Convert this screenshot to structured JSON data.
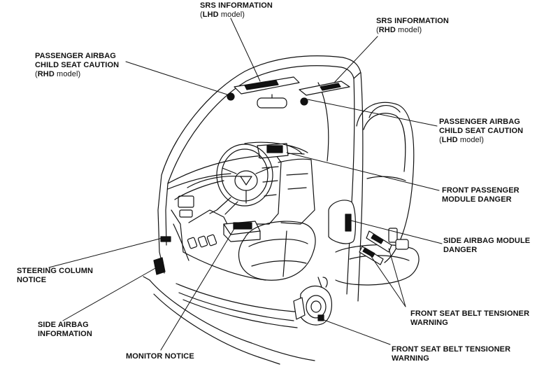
{
  "labels": {
    "srs_lhd": {
      "title": "SRS INFORMATION",
      "model_bold": "LHD",
      "model_rest": " model)"
    },
    "srs_rhd": {
      "title": "SRS INFORMATION",
      "model_bold": "RHD",
      "model_rest": " model)"
    },
    "pax_airbag_rhd": {
      "line1": "PASSENGER AIRBAG",
      "line2": "CHILD SEAT CAUTION",
      "model_bold": "RHD",
      "model_rest": " model)"
    },
    "pax_airbag_lhd": {
      "line1": "PASSENGER AIRBAG",
      "line2": "CHILD SEAT CAUTION",
      "model_bold": "LHD",
      "model_rest": " model)"
    },
    "front_pax_module": {
      "line1": "FRONT PASSENGER",
      "line2": "MODULE DANGER"
    },
    "side_airbag_module": {
      "line1": "SIDE AIRBAG MODULE",
      "line2": "DANGER"
    },
    "steering_column": {
      "line1": "STEERING COLUMN",
      "line2": "NOTICE"
    },
    "side_airbag_info": {
      "line1": "SIDE AIRBAG",
      "line2": "INFORMATION"
    },
    "monitor_notice": {
      "line1": "MONITOR NOTICE"
    },
    "seat_belt_1": {
      "line1": "FRONT SEAT BELT TENSIONER",
      "line2": "WARNING"
    },
    "seat_belt_2": {
      "line1": "FRONT SEAT BELT TENSIONER",
      "line2": "WARNING"
    }
  },
  "colors": {
    "line": "#111111",
    "fill": "#ffffff",
    "label": "#111111"
  }
}
